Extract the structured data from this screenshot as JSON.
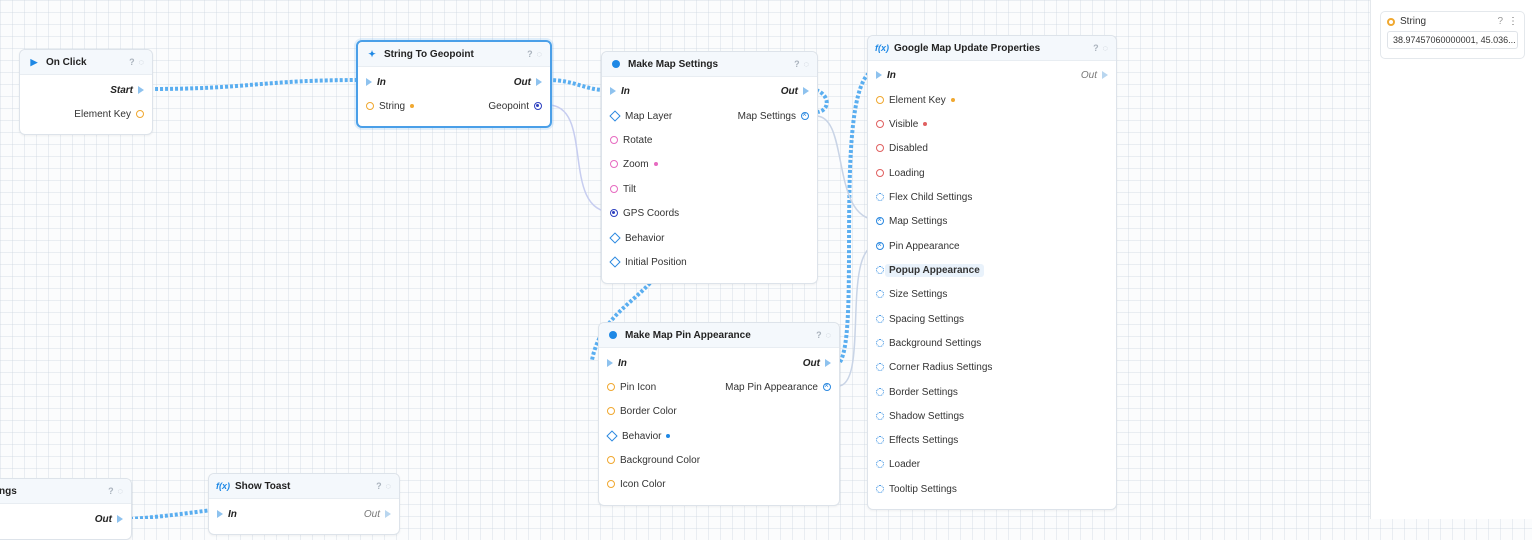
{
  "nodes": {
    "on_click": {
      "title": "On Click",
      "start_label": "Start",
      "element_key_label": "Element Key"
    },
    "string_to_geopoint": {
      "title": "String To Geopoint",
      "in_label": "In",
      "out_label": "Out",
      "string_label": "String",
      "geopoint_label": "Geopoint"
    },
    "make_map_settings": {
      "title": "Make Map Settings",
      "in_label": "In",
      "out_label": "Out",
      "output_label": "Map Settings",
      "inputs": [
        "Map Layer",
        "Rotate",
        "Zoom",
        "Tilt",
        "GPS Coords",
        "Behavior",
        "Initial Position"
      ]
    },
    "make_map_pin_appearance": {
      "title": "Make Map Pin Appearance",
      "in_label": "In",
      "out_label": "Out",
      "output_label": "Map Pin Appearance",
      "inputs": [
        "Pin Icon",
        "Border Color",
        "Behavior",
        "Background Color",
        "Icon Color"
      ]
    },
    "google_map_update": {
      "title": "Google Map Update Properties",
      "in_label": "In",
      "out_label": "Out",
      "inputs": [
        "Element Key",
        "Visible",
        "Disabled",
        "Loading",
        "Flex Child Settings",
        "Map Settings",
        "Pin Appearance",
        "Popup Appearance",
        "Size Settings",
        "Spacing Settings",
        "Background Settings",
        "Corner Radius Settings",
        "Border Settings",
        "Shadow Settings",
        "Effects Settings",
        "Loader",
        "Tooltip Settings"
      ]
    },
    "partial_settings": {
      "title": "ngs",
      "out_label": "Out"
    },
    "show_toast": {
      "title": "Show Toast",
      "in_label": "In",
      "out_label": "Out"
    }
  },
  "side_panel": {
    "variable": {
      "name": "String",
      "value": "38.97457060000001, 45.036..."
    }
  },
  "colors": {
    "accent": "#1e88e5",
    "selected_border": "#4a9fe8",
    "string_pin": "#f0a830",
    "number_pin": "#e66ac0",
    "bool_pin": "#e06060",
    "geopoint_pin": "#2c3fbf"
  }
}
